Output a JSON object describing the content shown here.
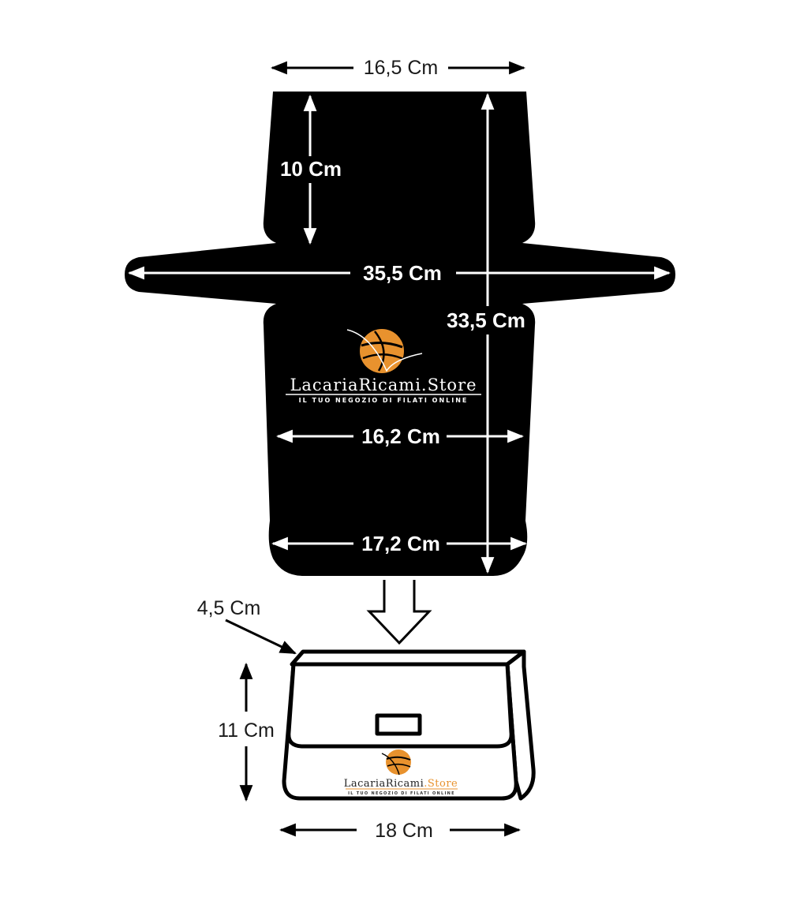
{
  "pattern": {
    "fill_color": "#000000",
    "labels": {
      "top_width": "16,5 Cm",
      "neck_height": "10 Cm",
      "arm_span": "35,5 Cm",
      "total_height": "33,5 Cm",
      "body_width": "16,2 Cm",
      "bottom_width": "17,2 Cm"
    }
  },
  "box": {
    "labels": {
      "depth": "4,5 Cm",
      "height": "11 Cm",
      "width": "18 Cm"
    }
  },
  "logo": {
    "brand": "LacariaRicami.Store",
    "brand_main": "LacariaRicami",
    "brand_suffix": ".Store",
    "tagline": "IL TUO NEGOZIO DI FILATI ONLINE",
    "accent_color": "#e8922e"
  }
}
